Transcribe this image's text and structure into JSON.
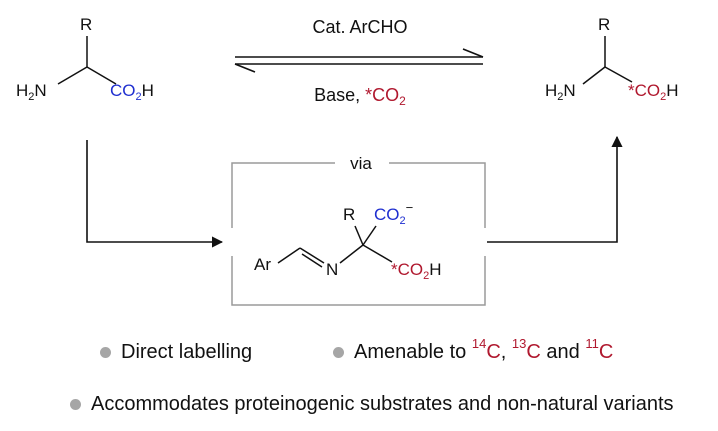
{
  "colors": {
    "label_red": "#b0182e",
    "carboxyl_blue": "#1f2fd0",
    "bond": "#111111",
    "box": "#9a9a9a",
    "bullet": "#a6a6a6"
  },
  "left_molecule": {
    "r": "R",
    "amine": "H",
    "amine_sub": "2",
    "amine_n": "N",
    "acid_co": "CO",
    "acid_sub": "2",
    "acid_h": "H"
  },
  "right_molecule": {
    "r": "R",
    "amine": "H",
    "amine_sub": "2",
    "amine_n": "N",
    "star": "*",
    "acid_co": "CO",
    "acid_sub": "2",
    "acid_h": "H"
  },
  "forward_conditions": "Cat. ArCHO",
  "reverse_conditions": {
    "base": "Base, ",
    "star": "*",
    "co": "CO",
    "sub": "2"
  },
  "via_label": "via",
  "intermediate": {
    "ar": "Ar",
    "n": "N",
    "r": "R",
    "carboxylate": {
      "co": "CO",
      "sub": "2",
      "charge": "−"
    },
    "labelled_acid": {
      "star": "*",
      "co": "CO",
      "sub": "2",
      "h": "H"
    }
  },
  "bullets": {
    "direct": "Direct labelling",
    "amenable_prefix": "Amenable to ",
    "iso1_mass": "14",
    "iso1_el": "C",
    "sep1": ", ",
    "iso2_mass": "13",
    "iso2_el": "C",
    "sep2": " and ",
    "iso3_mass": "11",
    "iso3_el": "C",
    "accommodates": "Accommodates proteinogenic substrates and non-natural variants"
  }
}
